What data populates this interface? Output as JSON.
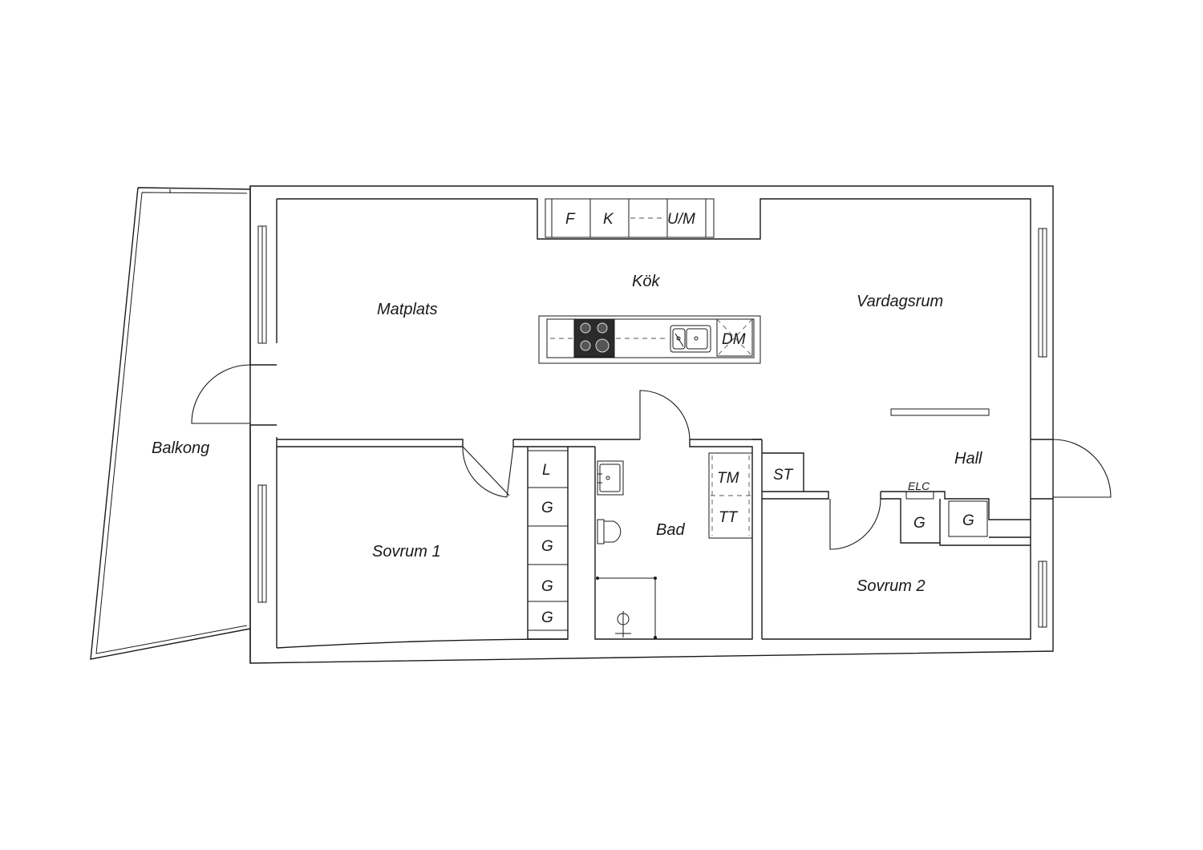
{
  "rooms": {
    "kok": "Kök",
    "matplats": "Matplats",
    "vardagsrum": "Vardagsrum",
    "balkong": "Balkong",
    "hall": "Hall",
    "sovrum1": "Sovrum 1",
    "bad": "Bad",
    "sovrum2": "Sovrum 2"
  },
  "fixtures": {
    "fridge": "F",
    "freezer": "K",
    "oven_micro": "U/M",
    "dishwasher": "DM",
    "linen": "L",
    "wardrobe": "G",
    "washer": "TM",
    "dryer": "TT",
    "storage": "ST",
    "electric": "ELC"
  }
}
